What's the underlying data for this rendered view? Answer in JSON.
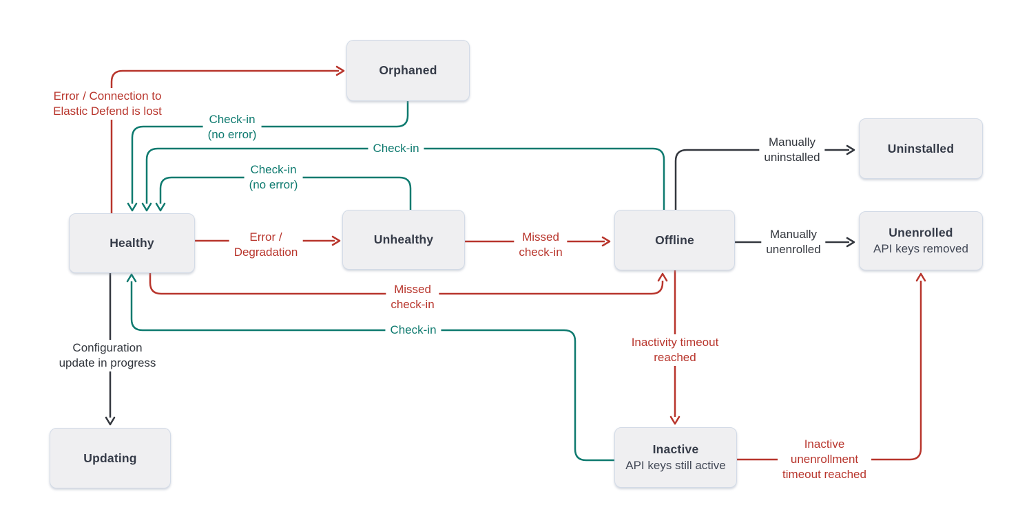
{
  "colors": {
    "error_red": "#b8352c",
    "success_teal": "#0e7a6f",
    "neutral_dark": "#33373e",
    "node_fill": "#efeff1",
    "node_border": "#d3dbe7",
    "node_text": "#353b48"
  },
  "nodes": {
    "orphaned": {
      "label": "Orphaned"
    },
    "uninstalled": {
      "label": "Uninstalled"
    },
    "healthy": {
      "label": "Healthy"
    },
    "unhealthy": {
      "label": "Unhealthy"
    },
    "offline": {
      "label": "Offline"
    },
    "unenrolled": {
      "label": "Unenrolled",
      "sublabel": "API keys removed"
    },
    "updating": {
      "label": "Updating"
    },
    "inactive": {
      "label": "Inactive",
      "sublabel": "API keys still active"
    }
  },
  "edges": {
    "healthy_to_orphaned": {
      "label": "Error / Connection to\nElastic Defend is lost",
      "color": "error"
    },
    "orphaned_to_healthy": {
      "label": "Check-in\n(no error)",
      "color": "success"
    },
    "offline_to_healthy": {
      "label": "Check-in",
      "color": "success"
    },
    "unhealthy_to_healthy": {
      "label": "Check-in\n(no error)",
      "color": "success"
    },
    "healthy_to_unhealthy": {
      "label": "Error /\nDegradation",
      "color": "error"
    },
    "unhealthy_to_offline": {
      "label": "Missed\ncheck-in",
      "color": "error"
    },
    "offline_to_uninstalled": {
      "label": "Manually\nuninstalled",
      "color": "neutral"
    },
    "offline_to_unenrolled": {
      "label": "Manually\nunenrolled",
      "color": "neutral"
    },
    "healthy_to_offline": {
      "label": "Missed\ncheck-in",
      "color": "error"
    },
    "inactive_to_healthy": {
      "label": "Check-in",
      "color": "success"
    },
    "healthy_to_updating": {
      "label": "Configuration\nupdate in progress",
      "color": "neutral"
    },
    "offline_to_inactive": {
      "label": "Inactivity timeout\nreached",
      "color": "error"
    },
    "inactive_to_unenrolled": {
      "label": "Inactive\nunenrollment\ntimeout reached",
      "color": "error"
    }
  }
}
